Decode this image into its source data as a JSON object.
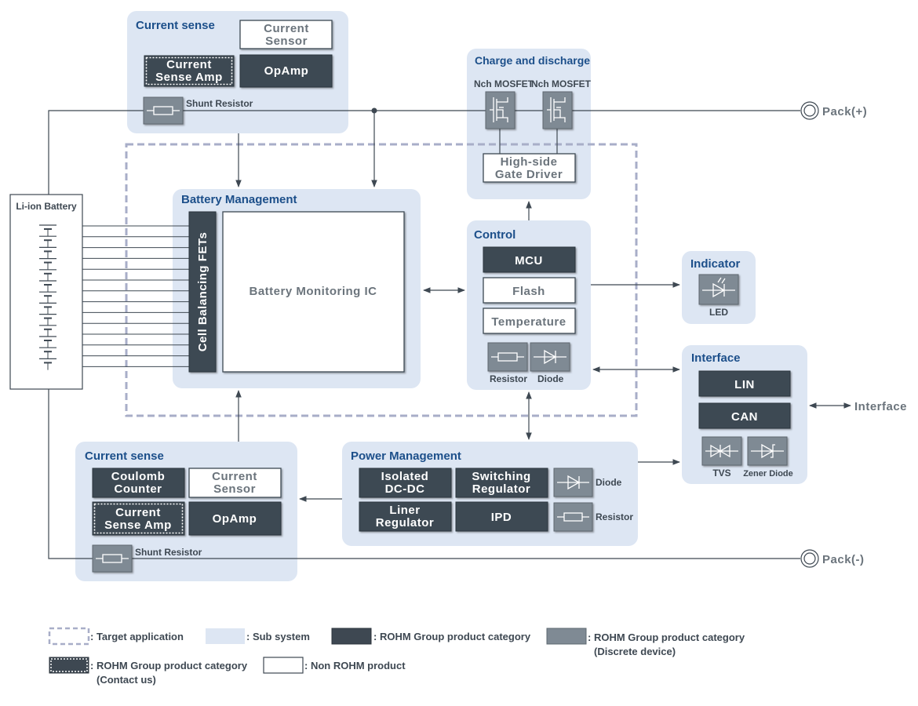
{
  "labels": {
    "current_sense_top": "Current sense",
    "current_sensor_top_l1": "Current",
    "current_sensor_top_l2": "Sensor",
    "current_sense_amp_top_l1": "Current",
    "current_sense_amp_top_l2": "Sense Amp",
    "opamp_top": "OpAmp",
    "shunt_resistor_top": "Shunt Resistor",
    "charge_discharge": "Charge and discharge",
    "nch_mosfet_1": "Nch MOSFET",
    "nch_mosfet_2": "Nch MOSFET",
    "gate_driver_l1": "High-side",
    "gate_driver_l2": "Gate Driver",
    "pack_plus": "Pack(+)",
    "pack_minus": "Pack(-)",
    "li_ion_battery": "Li-ion Battery",
    "battery_management": "Battery Management",
    "cell_balancing_fets": "Cell Balancing FETs",
    "battery_monitoring_ic": "Battery Monitoring IC",
    "control": "Control",
    "mcu": "MCU",
    "flash": "Flash",
    "temperature": "Temperature",
    "resistor_control": "Resistor",
    "diode_control": "Diode",
    "indicator": "Indicator",
    "led": "LED",
    "interface_box": "Interface",
    "lin": "LIN",
    "can": "CAN",
    "tvs": "TVS",
    "zener_diode": "Zener Diode",
    "interface_port": "Interface",
    "current_sense_bottom": "Current sense",
    "coulomb_counter_l1": "Coulomb",
    "coulomb_counter_l2": "Counter",
    "current_sensor_bottom_l1": "Current",
    "current_sensor_bottom_l2": "Sensor",
    "current_sense_amp_bottom_l1": "Current",
    "current_sense_amp_bottom_l2": "Sense Amp",
    "opamp_bottom": "OpAmp",
    "shunt_resistor_bottom": "Shunt Resistor",
    "power_management": "Power Management",
    "isolated_dcdc_l1": "Isolated",
    "isolated_dcdc_l2": "DC-DC",
    "switching_reg_l1": "Switching",
    "switching_reg_l2": "Regulator",
    "liner_reg_l1": "Liner",
    "liner_reg_l2": "Regulator",
    "ipd": "IPD",
    "diode_power": "Diode",
    "resistor_power": "Resistor"
  },
  "legend": {
    "target_application": ": Target application",
    "sub_system": ": Sub system",
    "rohm_category": ": ROHM Group product category",
    "rohm_discrete_l1": ": ROHM Group product category",
    "rohm_discrete_l2": "(Discrete device)",
    "rohm_contact_l1": ": ROHM Group product category",
    "rohm_contact_l2": "(Contact us)",
    "non_rohm": ": Non ROHM product"
  },
  "colors": {
    "subsystem_fill": "#dde6f3",
    "rohm_dark": "#3e4852",
    "discrete_gray": "#7f8a94",
    "title_blue": "#1c4f8a",
    "target_dashed": "#a8aec8"
  },
  "icons": [
    "resistor-icon",
    "diode-icon",
    "mosfet-icon",
    "led-icon",
    "tvs-icon",
    "zener-diode-icon",
    "port-terminal-icon",
    "battery-cell-icon"
  ]
}
